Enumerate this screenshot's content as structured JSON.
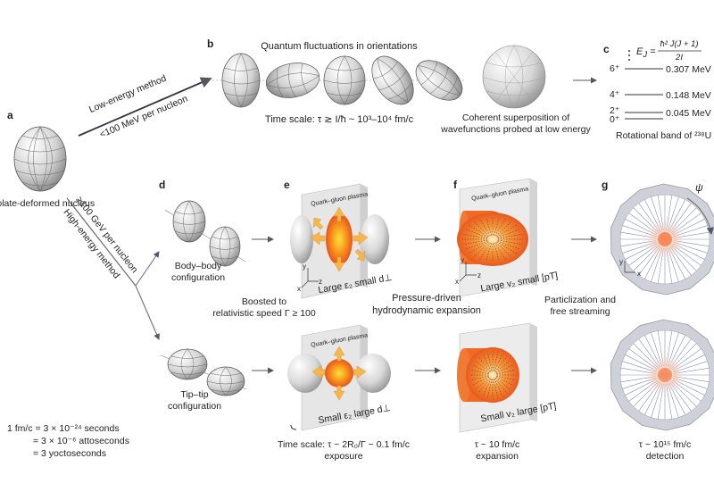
{
  "panels": {
    "a": "a",
    "b": "b",
    "c": "c",
    "d": "d",
    "e": "e",
    "f": "f",
    "g": "g"
  },
  "a": {
    "label": "Prolate-deformed nucleus"
  },
  "methods": {
    "low_1": "Low-energy method",
    "low_2": "<100 MeV per nucleon",
    "high_1": "≥100 GeV per nucleon",
    "high_2": "High-energy method"
  },
  "b": {
    "title": "Quantum fluctuations in orientations",
    "timescale": "Time scale: τ ≳ I/ħ ~ 10³–10⁴ fm/c",
    "coherent_1": "Coherent superposition of",
    "coherent_2": "wavefunctions probed at low energy"
  },
  "c": {
    "formula_lhs": "E",
    "formula_sub": "J",
    "formula_num": "ħ² J(J + 1)",
    "formula_den": "2I",
    "levels": [
      {
        "spin": "6⁺",
        "energy": "0.307 MeV"
      },
      {
        "spin": "4⁺",
        "energy": "0.148 MeV"
      },
      {
        "spin": "2⁺",
        "energy": "0.045 MeV"
      },
      {
        "spin": "0⁺",
        "energy": ""
      }
    ],
    "caption": "Rotational band of ²³⁸U"
  },
  "d": {
    "body": "Body–body\nconfiguration",
    "tip": "Tip–tip\nconfiguration"
  },
  "e": {
    "qgp": "Quark–gluon plasma",
    "body_cap": "Large ε₂ small d⊥",
    "tip_cap": "Small ε₂ large d⊥"
  },
  "f": {
    "qgp": "Quark–gluon plasma",
    "body_cap": "Large v₂ small [pT]",
    "tip_cap": "Small v₂ large [pT]"
  },
  "g": {
    "phi": "ψ",
    "axis_y": "y",
    "axis_x": "x"
  },
  "axes_e": {
    "y": "y",
    "z": "z",
    "x": "x"
  },
  "axes_f": {
    "y": "y",
    "z": "z",
    "x": "x"
  },
  "mid": {
    "boost_1": "Boosted to",
    "boost_2": "relativistic speed Γ ≥ 100",
    "pressure_1": "Pressure-driven",
    "pressure_2": "hydrodynamic expansion",
    "part_1": "Particlization and",
    "part_2": "free streaming"
  },
  "bottom": {
    "exposure_1": "Time scale: τ ~ 2R₀/Γ ~ 0.1 fm/c",
    "exposure_2": "exposure",
    "expansion_1": "τ ~ 10 fm/c",
    "expansion_2": "expansion",
    "detection_1": "τ ~ 10¹⁵ fm/c",
    "detection_2": "detection"
  },
  "units": {
    "l1": "1 fm/c = 3 × 10⁻²⁴ seconds",
    "l2": "= 3 × 10⁻⁶ attoseconds",
    "l3": "= 3 yoctoseconds"
  },
  "colors": {
    "qgp_core": "#f0721f",
    "qgp_glow": "#fdd835",
    "detector": "#c9ccd6",
    "arrow": "#f5b74d"
  }
}
